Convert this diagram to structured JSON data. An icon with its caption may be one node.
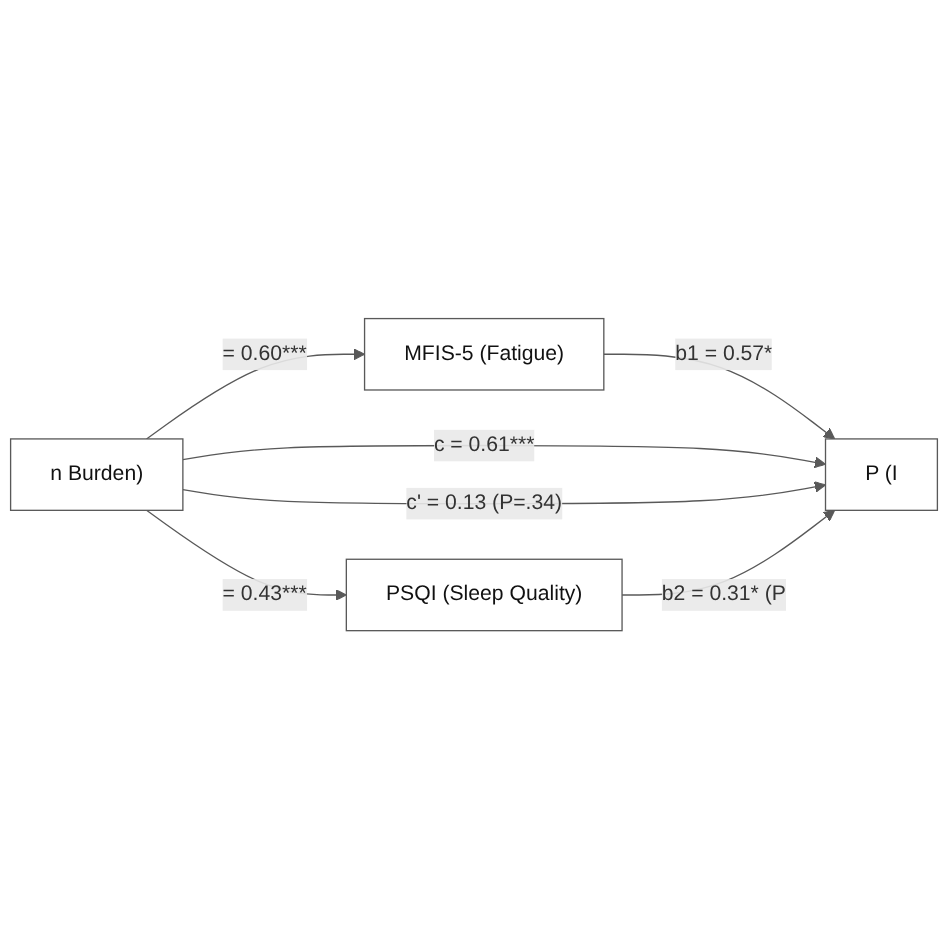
{
  "diagram": {
    "nodes": [
      {
        "text": [
          "MFIS-5 (Fatigue)"
        ]
      },
      {
        "text": [
          "n Burden)"
        ]
      },
      {
        "text": [
          "P (I"
        ]
      },
      {
        "text": [
          "PSQI (Sleep Quality)"
        ]
      }
    ],
    "edges": [
      {
        "from": 1,
        "to": 0,
        "arrow": "to",
        "label": "= 0.60***"
      },
      {
        "from": 0,
        "to": 2,
        "arrow": "to",
        "label": "b1 = 0.57*"
      },
      {
        "from": 1,
        "to": 2,
        "arrow": "to",
        "label": "c = 0.61***"
      },
      {
        "from": 1,
        "to": 2,
        "arrow": "to",
        "label": "c' = 0.13 (P=.34)"
      },
      {
        "from": 1,
        "to": 3,
        "arrow": "to",
        "label": "= 0.43***"
      },
      {
        "from": 3,
        "to": 2,
        "arrow": "to",
        "label": "b2 = 0.31* (P"
      }
    ]
  }
}
